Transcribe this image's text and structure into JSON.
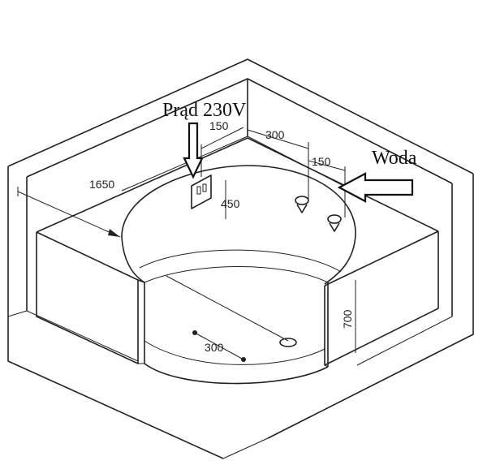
{
  "labels": {
    "power": "Prąd 230V",
    "water": "Woda"
  },
  "dimensions": {
    "total_width": "1650",
    "power_offset": "150",
    "water_offset": "300",
    "water_spacing": "150",
    "outlet_height": "450",
    "tub_height": "700",
    "drain_offset": "300"
  },
  "icons": {
    "power": "socket-icon",
    "water": "faucet-icon",
    "drain": "drain-icon"
  }
}
